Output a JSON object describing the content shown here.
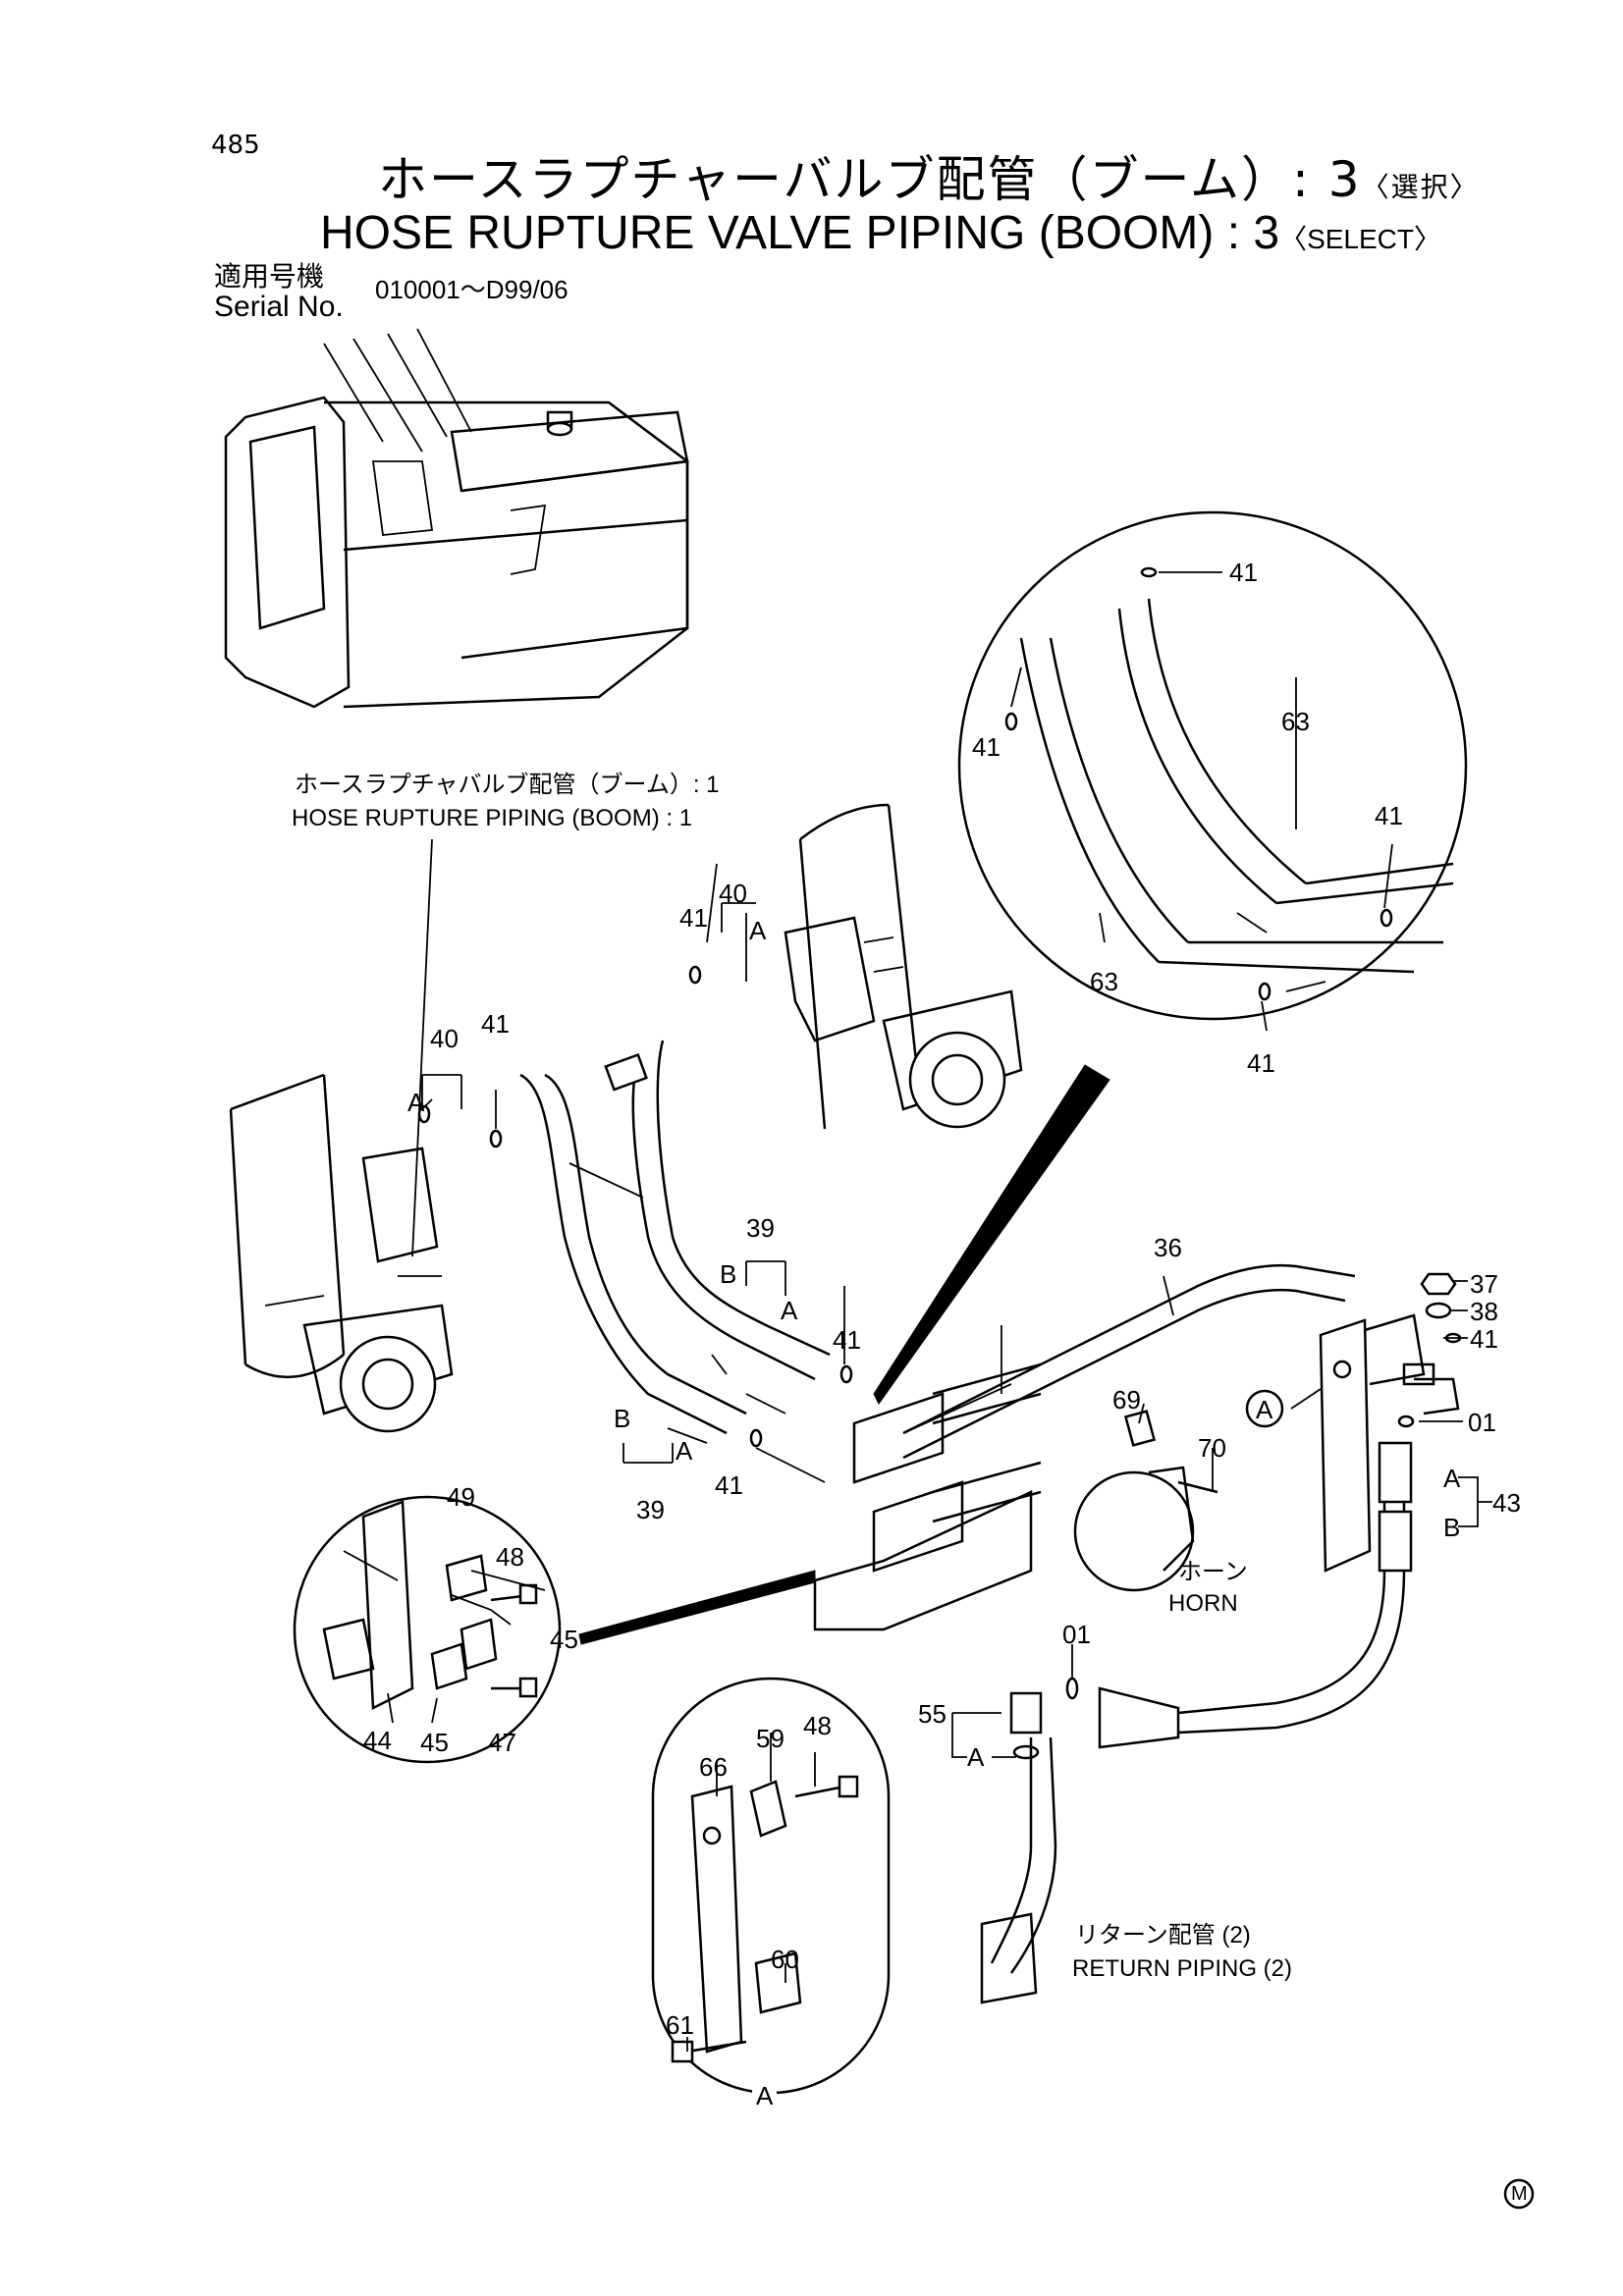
{
  "header": {
    "page_number": "485",
    "title_jp": "ホースラプチャーバルブ配管（ブーム）: 3",
    "title_jp_select": "〈選択〉",
    "title_en": "HOSE RUPTURE VALVE PIPING (BOOM) : 3",
    "title_en_select": "〈SELECT〉",
    "serial_label_jp": "適用号機",
    "serial_label_en": "Serial No.",
    "serial_range": "010001～D99/06"
  },
  "notes": {
    "ref1_jp": "ホースラプチャバルブ配管（ブーム）: 1",
    "ref1_en": "HOSE RUPTURE PIPING (BOOM) : 1",
    "horn_jp": "ホーン",
    "horn_en": "HORN",
    "return_jp": "リターン配管 (2)",
    "return_en": "RETURN PIPING (2)"
  },
  "part_labels": {
    "p41a": "41",
    "p41b": "41",
    "p41c": "41",
    "p41d": "41",
    "p41e": "41",
    "p41f": "41",
    "p41g": "41",
    "p41h": "41",
    "p41i": "41",
    "p63a": "63",
    "p63b": "63",
    "p40a": "40",
    "p40b": "40",
    "A1": "A",
    "A2": "A",
    "A3": "A",
    "A4": "A",
    "A5": "A",
    "A6": "A",
    "A7": "A",
    "p39a": "39",
    "p39b": "39",
    "B1": "B",
    "B2": "B",
    "B3": "B",
    "p36": "36",
    "p37": "37",
    "p38": "38",
    "p01a": "01",
    "p01b": "01",
    "p43": "43",
    "p69": "69",
    "p70": "70",
    "p49": "49",
    "p48a": "48",
    "p48b": "48",
    "p45a": "45",
    "p45b": "45",
    "p44": "44",
    "p47": "47",
    "p55": "55",
    "p59": "59",
    "p66": "66",
    "p60": "60",
    "p61": "61"
  },
  "mark": "M"
}
